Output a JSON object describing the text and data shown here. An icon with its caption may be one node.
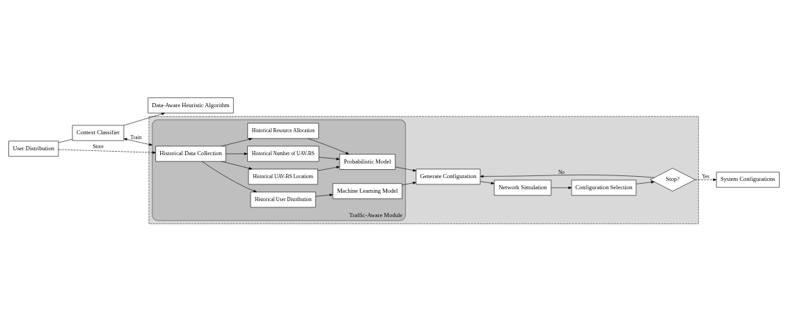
{
  "diagram": {
    "nodes": [
      {
        "text": [
          "User Distribution"
        ]
      },
      {
        "text": [
          "Context Classifier"
        ]
      },
      {
        "text": [
          "Data-Aware Heuristic Algorithm"
        ]
      },
      {
        "text": [
          "System Configurations"
        ]
      },
      {
        "text": [],
        "shape": "box"
      },
      {
        "text": [
          "Traffic-Aware Module"
        ],
        "in": 4
      },
      {
        "text": [
          "Historical Data Collection"
        ],
        "in": 5
      },
      {
        "text": [
          "Historical User Distribution"
        ],
        "in": 5
      },
      {
        "text": [
          "Historical UAV-BS Locations"
        ],
        "in": 5
      },
      {
        "text": [
          "Historical Number of UAV-BS"
        ],
        "in": 5
      },
      {
        "text": [
          "Historical Resource Allocation"
        ],
        "in": 5
      },
      {
        "text": [
          "Machine Learning Model"
        ],
        "in": 5
      },
      {
        "text": [
          "Probabilistic Model"
        ],
        "in": 5
      },
      {
        "text": [
          "Generate Configuration"
        ],
        "in": 4
      },
      {
        "text": [
          "Network Simulation"
        ],
        "in": 4
      },
      {
        "text": [
          "Configuration Selection"
        ],
        "in": 4
      },
      {
        "text": [
          "Stop?"
        ],
        "in": 4
      }
    ],
    "edges": [
      {
        "from": 0,
        "to": 1,
        "arrow": "none"
      },
      {
        "from": 1,
        "to": 2,
        "arrow": "to"
      },
      {
        "from": 0,
        "to": 6,
        "arrow": "to",
        "label": "Store",
        "style": "dashed"
      },
      {
        "from": 1,
        "to": 5,
        "arrow": "both",
        "label": "Train"
      },
      {
        "from": 6,
        "to": 7,
        "arrow": "to"
      },
      {
        "from": 6,
        "to": 8,
        "arrow": "to"
      },
      {
        "from": 6,
        "to": 9,
        "arrow": "to"
      },
      {
        "from": 6,
        "to": 10,
        "arrow": "to"
      },
      {
        "from": 7,
        "to": 11,
        "arrow": "to"
      },
      {
        "from": 8,
        "to": 12,
        "arrow": "to"
      },
      {
        "from": 9,
        "to": 12,
        "arrow": "to"
      },
      {
        "from": 10,
        "to": 12,
        "arrow": "to"
      },
      {
        "from": 11,
        "to": 13,
        "arrow": "to"
      },
      {
        "from": 12,
        "to": 13,
        "arrow": "to"
      },
      {
        "from": 13,
        "to": 14,
        "arrow": "to"
      },
      {
        "from": 14,
        "to": 15,
        "arrow": "to"
      },
      {
        "from": 15,
        "to": 16,
        "arrow": "to"
      },
      {
        "from": 16,
        "to": 13,
        "arrow": "to",
        "label": "No"
      },
      {
        "from": 16,
        "to": 3,
        "arrow": "to",
        "label": "Yes",
        "style": "dashed"
      }
    ]
  }
}
